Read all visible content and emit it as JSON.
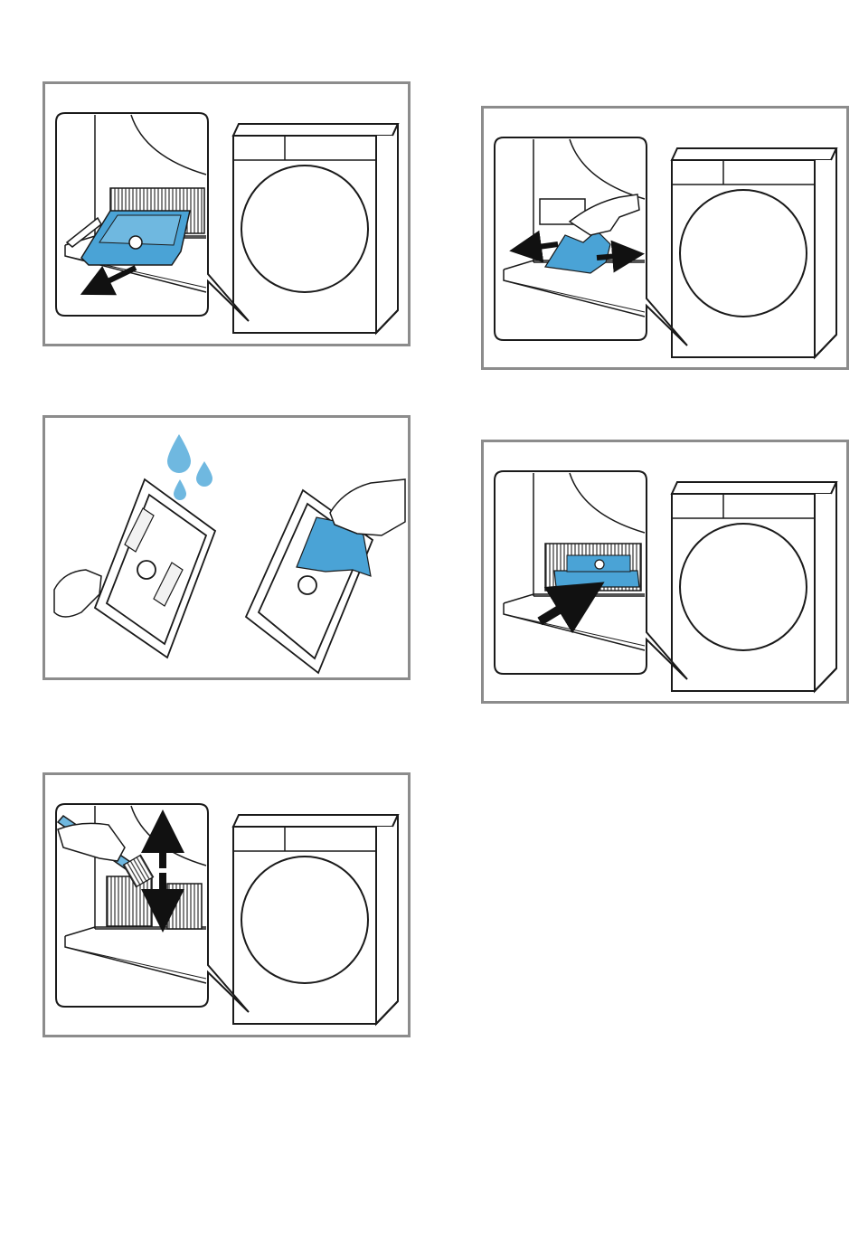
{
  "document": {
    "type": "instruction-illustrations",
    "step_count": 5
  },
  "colors": {
    "accent_blue": "#4aa3d6",
    "accent_blue_light": "#6fb8e0",
    "line": "#1a1a1a",
    "frame": "#8c8c8c",
    "arrow": "#111111"
  },
  "steps": [
    {
      "icon": "filter-pull-out-illustration"
    },
    {
      "icon": "lint-removal-by-hand-illustration"
    },
    {
      "icon": "filter-rinse-and-wipe-illustration"
    },
    {
      "icon": "filter-insert-illustration"
    },
    {
      "icon": "brush-cleaning-illustration"
    }
  ]
}
